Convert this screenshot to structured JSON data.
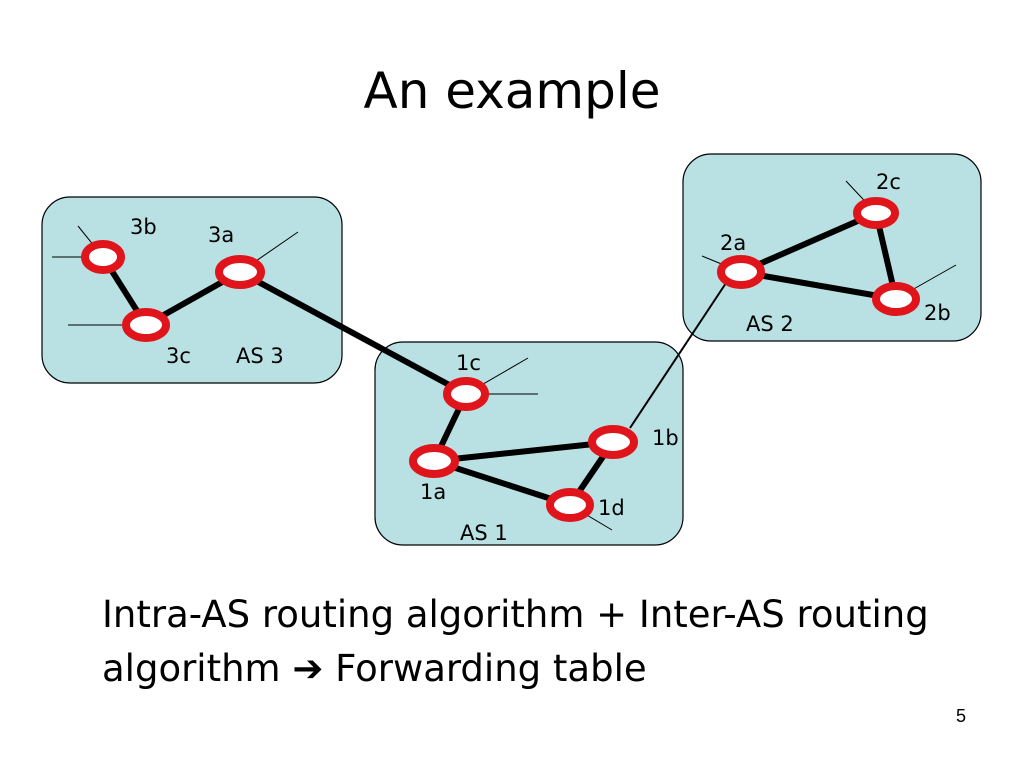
{
  "slide": {
    "title": "An example",
    "caption_part1": "Intra-AS routing algorithm + Inter-AS routing algorithm",
    "caption_arrow": "➔",
    "caption_part2": "Forwarding table",
    "page_number": "5"
  },
  "diagram": {
    "autonomous_systems": [
      {
        "id": "as3",
        "label": "AS 3"
      },
      {
        "id": "as2",
        "label": "AS 2"
      },
      {
        "id": "as1",
        "label": "AS 1"
      }
    ],
    "routers": [
      {
        "id": "3b",
        "label": "3b"
      },
      {
        "id": "3a",
        "label": "3a"
      },
      {
        "id": "3c",
        "label": "3c"
      },
      {
        "id": "2a",
        "label": "2a"
      },
      {
        "id": "2b",
        "label": "2b"
      },
      {
        "id": "2c",
        "label": "2c"
      },
      {
        "id": "1a",
        "label": "1a"
      },
      {
        "id": "1b",
        "label": "1b"
      },
      {
        "id": "1c",
        "label": "1c"
      },
      {
        "id": "1d",
        "label": "1d"
      }
    ],
    "links": [
      [
        "3b",
        "3c"
      ],
      [
        "3c",
        "3a"
      ],
      [
        "3a",
        "1c"
      ],
      [
        "1c",
        "1a"
      ],
      [
        "1a",
        "1b"
      ],
      [
        "1a",
        "1d"
      ],
      [
        "1b",
        "1d"
      ],
      [
        "1b",
        "2a"
      ],
      [
        "2a",
        "2c"
      ],
      [
        "2a",
        "2b"
      ],
      [
        "2c",
        "2b"
      ]
    ],
    "colors": {
      "as_fill": "#b9e0e3",
      "router_ring": "#e0151b",
      "link": "#000000"
    }
  }
}
